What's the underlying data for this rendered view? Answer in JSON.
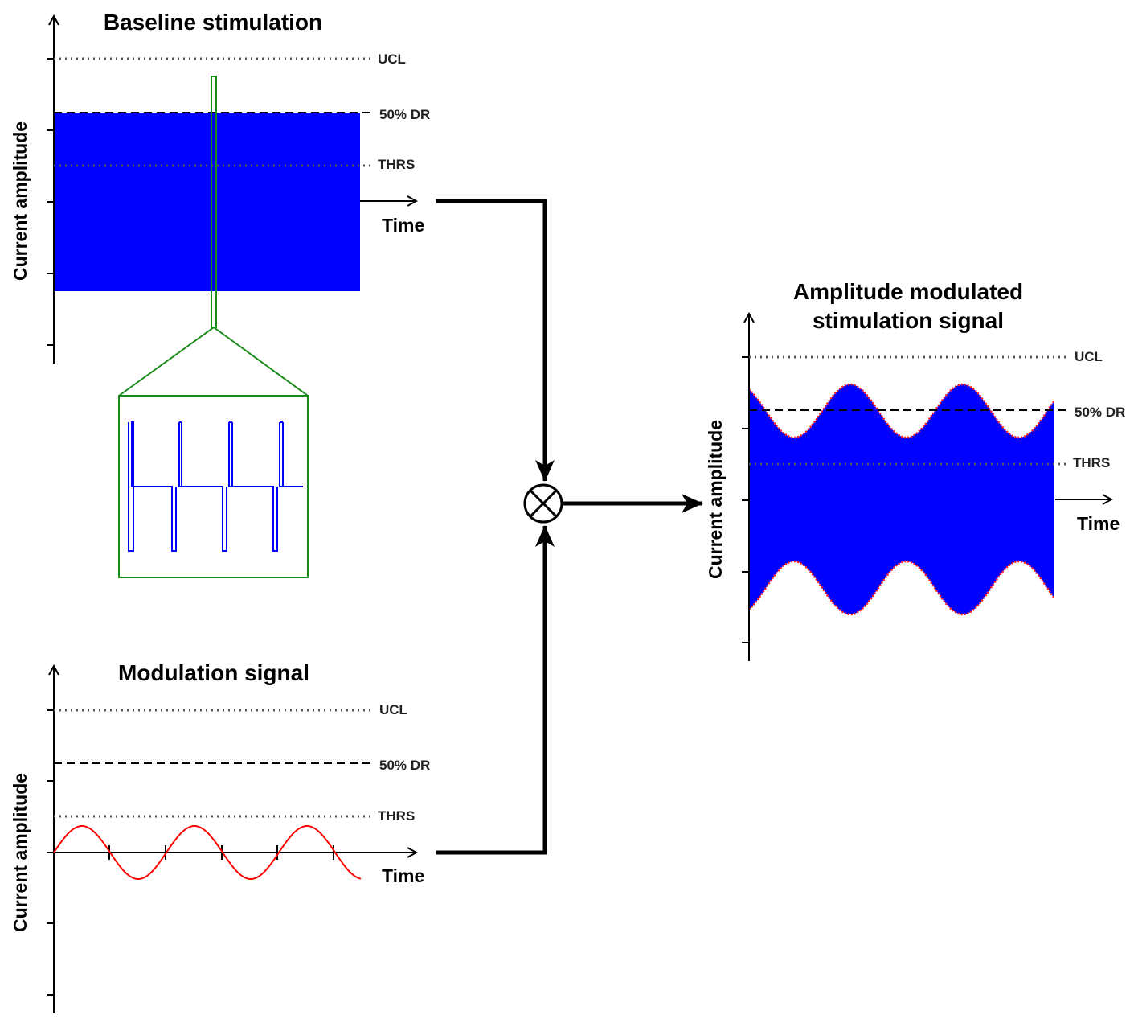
{
  "panels": {
    "baseline": {
      "title": "Baseline stimulation",
      "ylabel": "Current amplitude",
      "xlabel": "Time",
      "levels": {
        "ucl": "UCL",
        "dr": "50% DR",
        "thrs": "THRS"
      }
    },
    "modulation": {
      "title": "Modulation signal",
      "ylabel": "Current amplitude",
      "xlabel": "Time",
      "levels": {
        "ucl": "UCL",
        "dr": "50% DR",
        "thrs": "THRS"
      }
    },
    "output": {
      "title_line1": "Amplitude modulated",
      "title_line2": "stimulation signal",
      "ylabel": "Current amplitude",
      "xlabel": "Time",
      "levels": {
        "ucl": "UCL",
        "dr": "50% DR",
        "thrs": "THRS"
      }
    }
  },
  "operator_symbol": "⊗",
  "colors": {
    "pulse_fill": "#0000ff",
    "modulation_curve": "#ff0000",
    "zoom_outline": "#1a8a1a",
    "axes": "#000000",
    "reference_lines": "#555555"
  }
}
